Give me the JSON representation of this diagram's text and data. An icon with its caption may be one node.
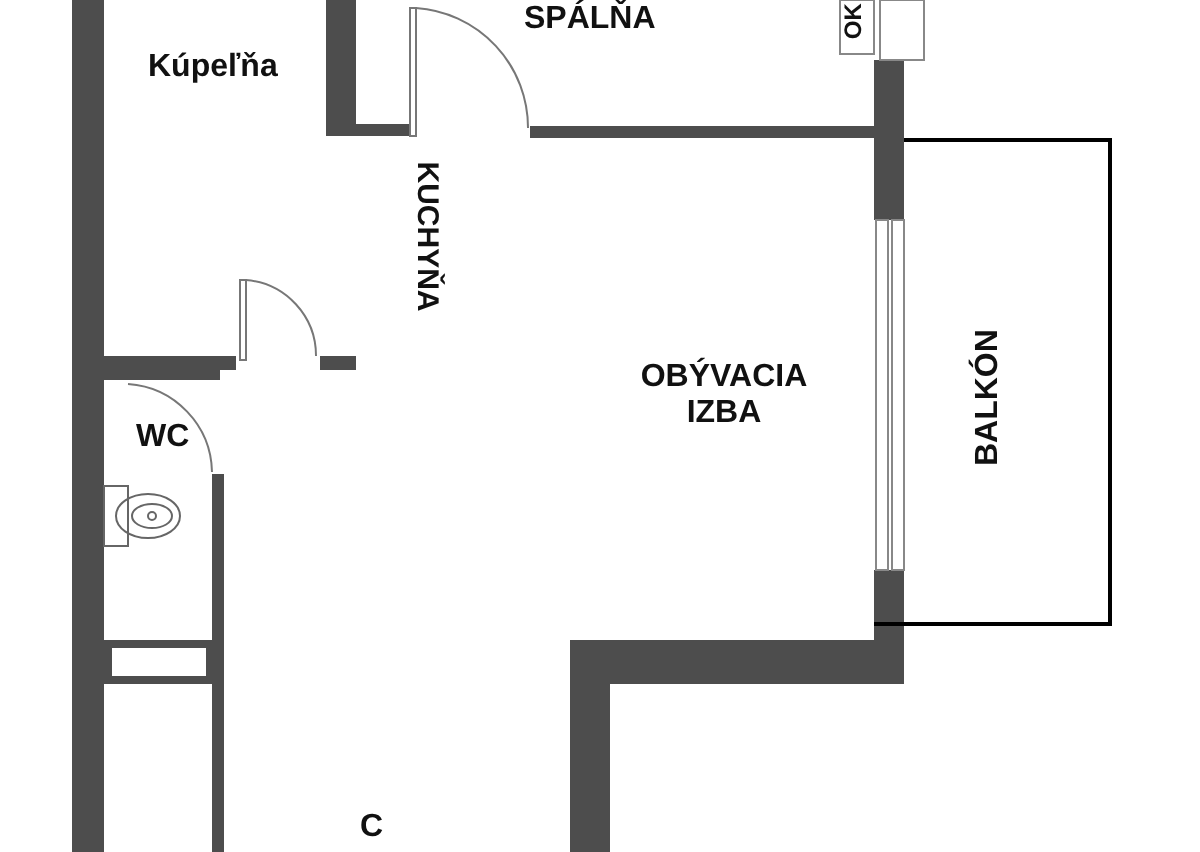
{
  "diagram": {
    "labels": [
      "SPÁLŇA",
      "OK",
      "Kúpeľňa",
      "KUCHYŇA",
      "OBÝVACIA IZBA",
      "BALKÓN",
      "WC",
      "C"
    ]
  }
}
